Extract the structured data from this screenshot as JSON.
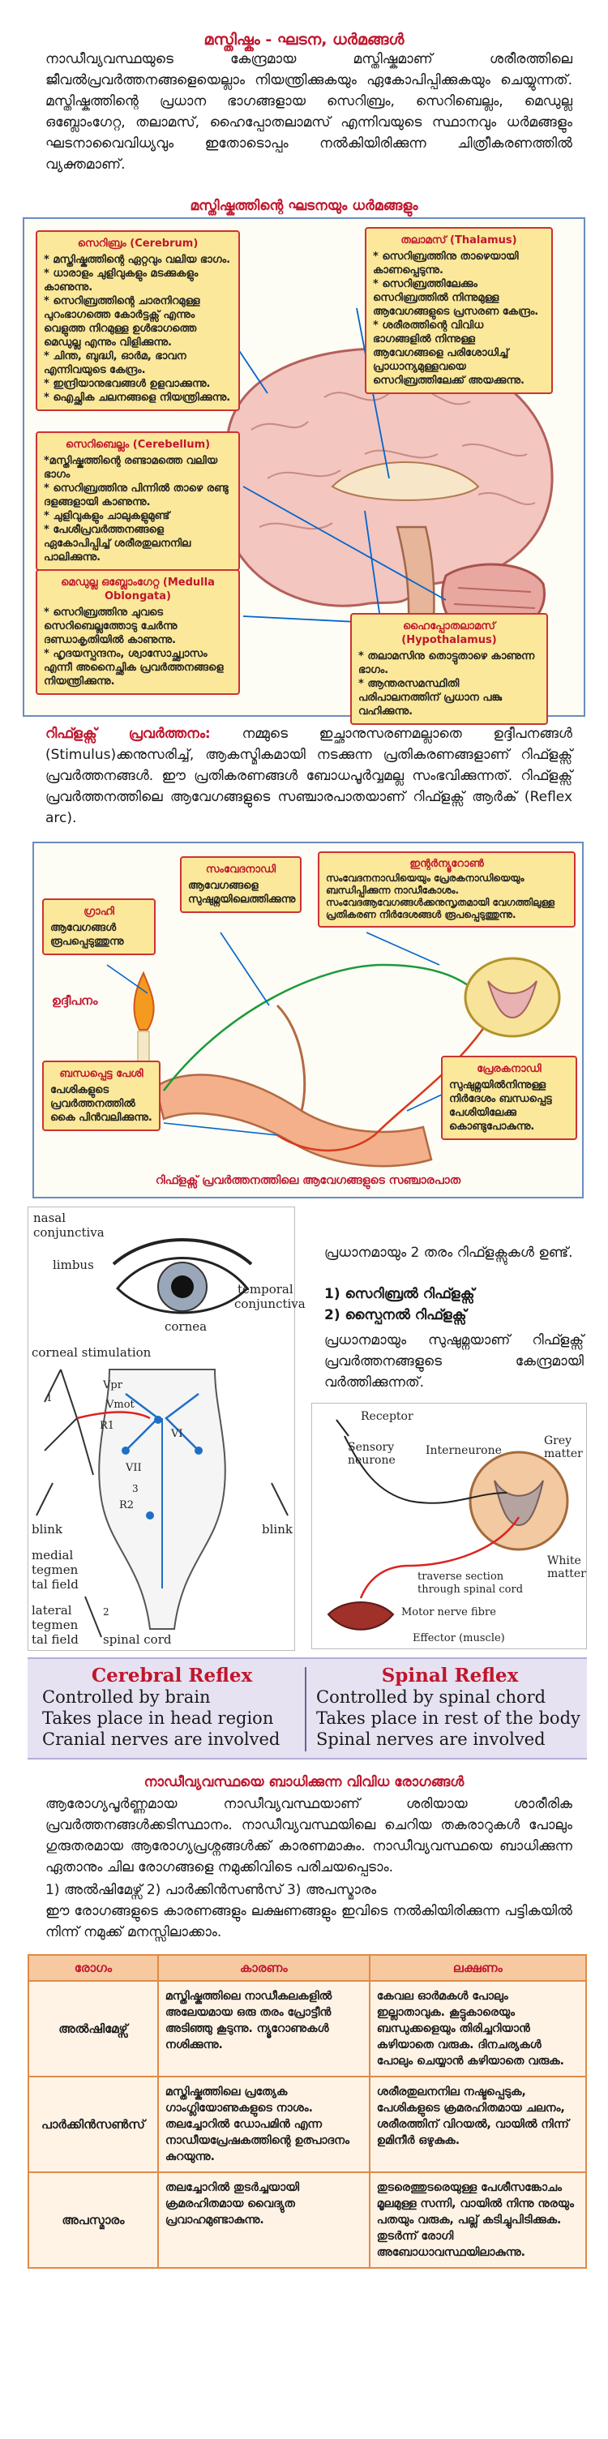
{
  "intro": {
    "title": "മസ്തിഷ്കം - ഘടന, ധർമങ്ങൾ",
    "paragraph": "നാഡീവ്യവസ്ഥയുടെ കേന്ദ്രമായ മസ്തിഷ്കമാണ് ശരീരത്തിലെ ജീവൽപ്രവർത്തനങ്ങളെയെല്ലാം നിയന്ത്രിക്കുകയും ഏകോപിപ്പിക്കുകയും ചെയ്യുന്നത്. മസ്തിഷ്കത്തിന്റെ പ്രധാന ഭാഗങ്ങളായ സെറിബ്രം, സെറിബെല്ലം, മെഡുല്ല ഒബ്ലോംഗേറ്റ, തലാമസ്, ഹൈപ്പോതലാമസ് എന്നിവയുടെ സ്ഥാനവും ധർമങ്ങളും ഘടനാവൈവിധ്യവും ഇതോടൊപ്പം നൽകിയിരിക്കുന്ന ചിത്രീകരണത്തിൽ വ്യക്തമാണ്."
  },
  "brain_diagram": {
    "caption": "മസ്തിഷ്കത്തിന്റെ ഘടനയും ധർമങ്ങളും",
    "cerebrum": {
      "title": "സെറിബ്രം (Cerebrum)",
      "points": [
        "* മസ്തിഷ്കത്തിന്റെ ഏറ്റവും വലിയ ഭാഗം.",
        "* ധാരാളം ചുളിവുകളും മടക്കുകളും കാണുന്നു.",
        "* സെറിബ്രത്തിന്റെ ചാരനിറമുള്ള പുറംഭാഗത്തെ കോർട്ടക്സ് എന്നും വെളുത്ത നിറമുള്ള ഉൾഭാഗത്തെ മെഡുല്ല എന്നും വിളിക്കുന്നു.",
        "* ചിന്ത, ബുദ്ധി, ഓർമ, ഭാവന എന്നിവയുടെ കേന്ദ്രം.",
        "* ഇന്ദ്രിയാനുഭവങ്ങൾ ഉളവാക്കുന്നു.",
        "* ഐച്ഛിക ചലനങ്ങളെ നിയന്ത്രിക്കുന്നു."
      ]
    },
    "thalamus": {
      "title": "തലാമസ് (Thalamus)",
      "points": [
        "* സെറിബ്രത്തിനു താഴെയായി കാണപ്പെടുന്നു.",
        "* സെറിബ്രത്തിലേക്കും സെറിബ്രത്തിൽ നിന്നുമുള്ള ആവേഗങ്ങളുടെ പ്രസരണ കേന്ദ്രം.",
        "* ശരീരത്തിന്റെ വിവിധ ഭാഗങ്ങളിൽ നിന്നുള്ള ആവേഗങ്ങളെ പരിശോധിച്ച് പ്രാധാന്യമുള്ളവയെ സെറിബ്രത്തിലേക്ക് അയക്കുന്നു."
      ]
    },
    "cerebellum": {
      "title": "സെറിബെല്ലം (Cerebellum)",
      "points": [
        "*മസ്തിഷ്കത്തിന്റെ രണ്ടാമത്തെ വലിയ ഭാഗം",
        "* സെറിബ്രത്തിനു പിന്നിൽ താഴെ രണ്ടു ദളങ്ങളായി കാണുന്നു.",
        "* ചുളിവുകളും ചാലുകളുമുണ്ട്",
        "* പേശീപ്രവർത്തനങ്ങളെ ഏകോപിപ്പിച്ച് ശരീരതുലനനില പാലിക്കുന്നു."
      ]
    },
    "medulla": {
      "title": "മെഡുല്ല ഒബ്ലോംഗേറ്റ (Medulla Oblongata)",
      "points": [
        "* സെറിബ്രത്തിനു ചുവടെ സെറിബെല്ലത്തോടു ചേർന്നു ദണ്ഡാകൃതിയിൽ കാണുന്നു.",
        "* ഹൃദയസ്പന്ദനം, ശ്വാസോച്ഛ്വാസം എന്നീ അനൈച്ഛിക പ്രവർത്തനങ്ങളെ നിയന്ത്രിക്കുന്നു."
      ]
    },
    "hypothalamus": {
      "title": "ഹൈപ്പോതലാമസ് (Hypothalamus)",
      "points": [
        "* തലാമസിനു തൊട്ടുതാഴെ കാണുന്ന ഭാഗം.",
        "* ആന്തരസമസ്ഥിതി പരിപാലനത്തിന് പ്രധാന പങ്കു വഹിക്കുന്നു."
      ]
    }
  },
  "reflex_intro": {
    "term": "റിഫ്ളക്സ് പ്രവർത്തനം:",
    "paragraph": "നമ്മുടെ ഇച്ഛാനുസരണമല്ലാതെ ഉദ്ദീപനങ്ങൾ (Stimulus)ക്കനുസരിച്ച്, ആകസ്മികമായി നടക്കുന്ന പ്രതികരണങ്ങളാണ് റിഫ്ളക്സ് പ്രവർത്തനങ്ങൾ. ഈ പ്രതികരണങ്ങൾ ബോധപൂർവ്വമല്ല സംഭവിക്കുന്നത്. റിഫ്ളക്സ് പ്രവർത്തനത്തിലെ ആവേഗങ്ങളുടെ സഞ്ചാരപാതയാണ് റിഫ്ളക്സ് ആർക് (Reflex arc)."
  },
  "reflex_arc": {
    "receptor": {
      "title": "ഗ്രാഹി",
      "text": "ആവേഗങ്ങൾ രൂപപ്പെടുത്തുന്നു"
    },
    "sensory": {
      "title": "സംവേദനാഡി",
      "text": "ആവേഗങ്ങളെ സുഷുമ്നയിലെത്തിക്കുന്നു"
    },
    "interneuron": {
      "title": "ഇന്റർന്യൂറോൺ",
      "text": "സംവേദനനാഡിയെയും പ്രേരകനാഡിയെയും ബന്ധിപ്പിക്കുന്ന നാഡീകോശം. സംവേദആവേഗങ്ങൾക്കനുസൃതമായി വേഗത്തിലുള്ള പ്രതികരണ നിർദേശങ്ങൾ രൂപപ്പെടുത്തുന്നു."
    },
    "stimulus": "ഉദ്ദീപനം",
    "motor": {
      "title": "പ്രേരകനാഡി",
      "text": "സുഷുമ്നയിൽനിന്നുള്ള നിർദേശം ബന്ധപ്പെട്ട പേശിയിലേക്കു കൊണ്ടുപോകുന്നു."
    },
    "effector": {
      "title": "ബന്ധപ്പെട്ട പേശി",
      "text": "പേശികളുടെ പ്രവർത്തനത്തിൽ കൈ പിൻവലിക്കുന്നു."
    },
    "caption": "റിഫ്ളക്സ് പ്രവർത്തനത്തിലെ ആവേഗങ്ങളുടെ സഞ്ചാരപാത"
  },
  "blink_diagram": {
    "labels": {
      "nasal": "nasal",
      "conjunctiva": "conjunctiva",
      "limbus": "limbus",
      "cornea": "cornea",
      "temporal": "temporal",
      "temporal_conj": "conjunctiva",
      "corneal": "corneal stimulation",
      "vpr": "Vpr",
      "vmot": "Vmot",
      "r1": "R1",
      "vi": "VI",
      "vii": "VII",
      "r2": "R2",
      "blink_l": "blink",
      "blink_r": "blink",
      "medial1": "medial",
      "medial2": "tegmen",
      "medial3": "tal field",
      "lateral1": "lateral",
      "lateral2": "tegmen",
      "lateral3": "tal field",
      "spinal": "spinal cord",
      "n1": "1",
      "n2": "2",
      "n3": "3"
    }
  },
  "reflex_types": {
    "line1": "പ്രധാനമായും 2 തരം റിഫ്ളക്സുകൾ ഉണ്ട്.",
    "item1": "1) സെറിബ്രൽ റിഫ്ളക്സ്",
    "item2": "2) സ്പൈനൽ റിഫ്ളക്സ്",
    "line2": "പ്രധാനമായും സുഷുമ്നയാണ് റിഫ്ളക്സ് പ്രവർത്തനങ്ങളുടെ കേന്ദ്രമായി വർത്തിക്കുന്നത്."
  },
  "spinal_diagram": {
    "receptor": "Receptor",
    "sensory1": "Sensory",
    "sensory2": "neurone",
    "interneurone": "Interneurone",
    "grey1": "Grey",
    "grey2": "matter",
    "white1": "White",
    "white2": "matter",
    "traverse1": "traverse section",
    "traverse2": "through spinal cord",
    "motor": "Motor nerve fibre",
    "effector": "Effector (muscle)"
  },
  "comparison": {
    "cerebral": {
      "title": "Cerebral Reflex",
      "lines": [
        "Controlled by brain",
        "Takes place in head region",
        "Cranial nerves are involved"
      ]
    },
    "spinal": {
      "title": "Spinal Reflex",
      "lines": [
        "Controlled by spinal chord",
        "Takes place in rest of the body",
        "Spinal nerves are involved"
      ]
    }
  },
  "diseases": {
    "title": "നാഡീവ്യവസ്ഥയെ ബാധിക്കുന്ന വിവിധ രോഗങ്ങൾ",
    "para1": "ആരോഗ്യപൂർണ്ണമായ നാഡീവ്യവസ്ഥയാണ് ശരിയായ ശാരീരിക പ്രവർത്തനങ്ങൾക്കടിസ്ഥാനം. നാഡീവ്യവസ്ഥയിലെ ചെറിയ തകരാറുകൾ പോലും ഗുരുതരമായ ആരോഗ്യപ്രശ്നങ്ങൾക്ക് കാരണമാകും. നാഡീവ്യവസ്ഥയെ ബാധിക്കുന്ന ഏതാനും ചില രോഗങ്ങളെ നമുക്കിവിടെ പരിചയപ്പെടാം.",
    "list": "1) അൽഷിമേഴ്സ് 2) പാർക്കിൻസൺസ് 3) അപസ്മാരം",
    "para2": "ഈ രോഗങ്ങളുടെ കാരണങ്ങളും ലക്ഷണങ്ങളും ഇവിടെ നൽകിയിരിക്കുന്ന പട്ടികയിൽ നിന്ന് നമുക്ക് മനസ്സിലാക്കാം.",
    "headers": [
      "രോഗം",
      "കാരണം",
      "ലക്ഷണം"
    ],
    "rows": [
      {
        "name": "അൽഷിമേഴ്സ്",
        "cause": "മസ്തിഷ്കത്തിലെ നാഡീകലകളിൽ അലേയമായ ഒരു തരം പ്രോട്ടീൻ അടിഞ്ഞു കൂടുന്നു. ന്യൂറോണുകൾ നശിക്കുന്നു.",
        "symptom": "കേവല ഓർമകൾ പോലും ഇല്ലാതാവുക. കൂട്ടുകാരെയും ബന്ധുക്കളെയും തിരിച്ചറിയാൻ കഴിയാതെ വരുക. ദിനചര്യകൾ പോലും ചെയ്യാൻ കഴിയാതെ വരുക."
      },
      {
        "name": "പാർക്കിൻസൺസ്",
        "cause": "മസ്തിഷ്കത്തിലെ പ്രത്യേക ഗാംഗ്ലിയോണുകളുടെ നാശം. തലച്ചോറിൽ ഡോപമിൻ എന്ന നാഡീയപ്രേഷകത്തിന്റെ ഉത്പാദനം കുറയുന്നു.",
        "symptom": "ശരീരതുലനനില നഷ്ടപ്പെടുക, പേശികളുടെ ക്രമരഹിതമായ ചലനം, ശരീരത്തിന് വിറയൽ, വായിൽ നിന്ന് ഉമിനീർ ഒഴുകുക."
      },
      {
        "name": "അപസ്മാരം",
        "cause": "തലച്ചോറിൽ തുടർച്ചയായി ക്രമരഹിതമായ വൈദ്യുത പ്രവാഹമുണ്ടാകുന്നു.",
        "symptom": "തുടരെത്തുടരെയുള്ള പേശീസങ്കോചം മൂലമുള്ള സന്നി, വായിൽ നിന്നു നുരയും പതയും വരുക, പല്ല് കടിച്ചുപിടിക്കുക. തുടർന്ന് രോഗി അബോധാവസ്ഥയിലാകുന്നു."
      }
    ]
  }
}
